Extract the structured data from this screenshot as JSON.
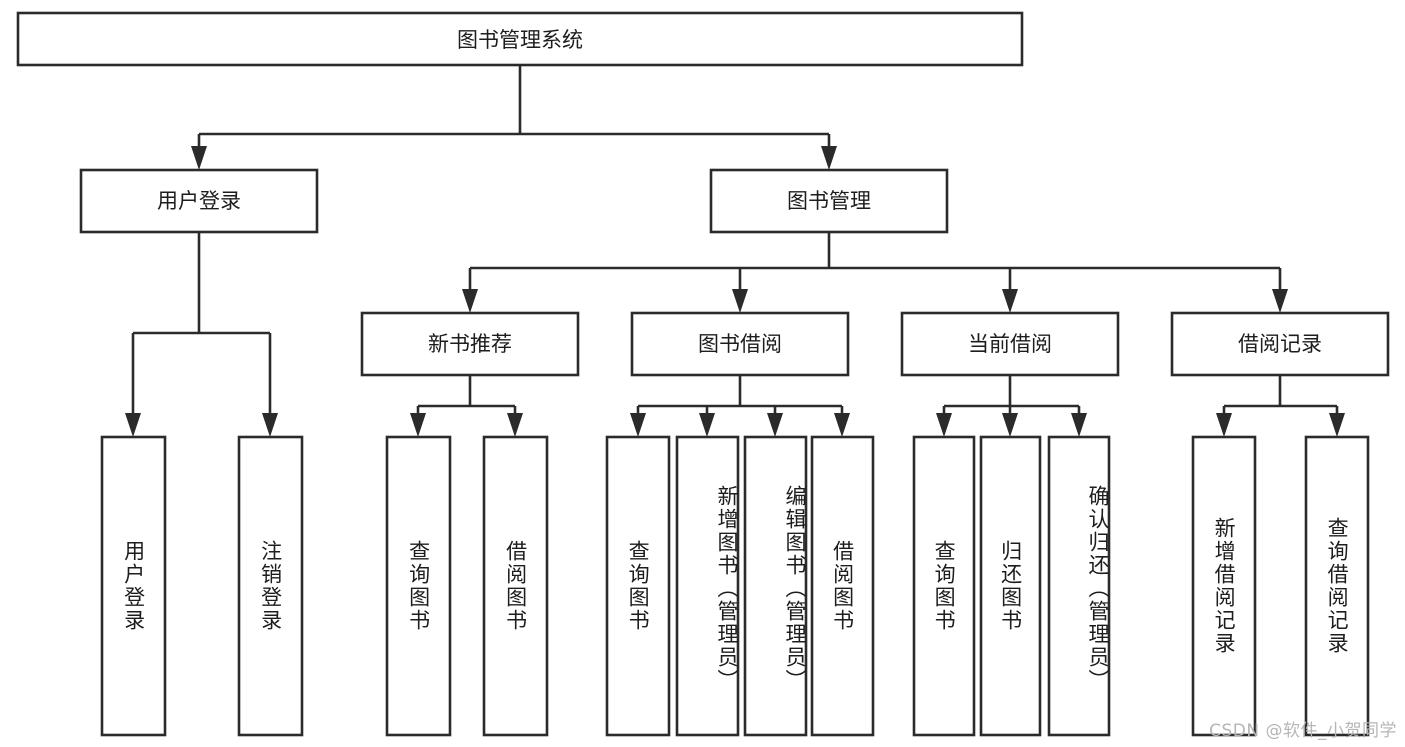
{
  "diagram": {
    "type": "tree-hierarchy",
    "title": "图书管理系统",
    "orientation": "top-down",
    "colors": {
      "stroke": "#2b2b2b",
      "fill": "#ffffff",
      "text": "#1d1d1d",
      "watermark": "#b6b6b6",
      "background": "#ffffff"
    },
    "root": {
      "label": "图书管理系统"
    },
    "level2": [
      {
        "id": "user-login",
        "label": "用户登录"
      },
      {
        "id": "book-management",
        "label": "图书管理"
      }
    ],
    "level3": [
      {
        "id": "new-book-recommend",
        "label": "新书推荐",
        "parent": "book-management"
      },
      {
        "id": "book-borrow",
        "label": "图书借阅",
        "parent": "book-management"
      },
      {
        "id": "current-borrow",
        "label": "当前借阅",
        "parent": "book-management"
      },
      {
        "id": "borrow-record",
        "label": "借阅记录",
        "parent": "book-management"
      }
    ],
    "leaves": {
      "user-login": [
        {
          "id": "leaf-user-login",
          "label": "用户登录"
        },
        {
          "id": "leaf-logout-login",
          "label": "注销登录"
        }
      ],
      "new-book-recommend": [
        {
          "id": "leaf-query-book-1",
          "label": "查询图书"
        },
        {
          "id": "leaf-borrow-book-1",
          "label": "借阅图书"
        }
      ],
      "book-borrow": [
        {
          "id": "leaf-query-book-2",
          "label": "查询图书"
        },
        {
          "id": "leaf-add-book-admin",
          "label": "新增图书（管理员）"
        },
        {
          "id": "leaf-edit-book-admin",
          "label": "编辑图书（管理员）"
        },
        {
          "id": "leaf-borrow-book-2",
          "label": "借阅图书"
        }
      ],
      "current-borrow": [
        {
          "id": "leaf-query-book-3",
          "label": "查询图书"
        },
        {
          "id": "leaf-return-book",
          "label": "归还图书"
        },
        {
          "id": "leaf-confirm-return-admin",
          "label": "确认归还（管理员）"
        }
      ],
      "borrow-record": [
        {
          "id": "leaf-add-borrow-record",
          "label": "新增借阅记录"
        },
        {
          "id": "leaf-query-borrow-record",
          "label": "查询借阅记录"
        }
      ]
    }
  },
  "watermark": {
    "text": "CSDN @软件_小贺同学"
  }
}
